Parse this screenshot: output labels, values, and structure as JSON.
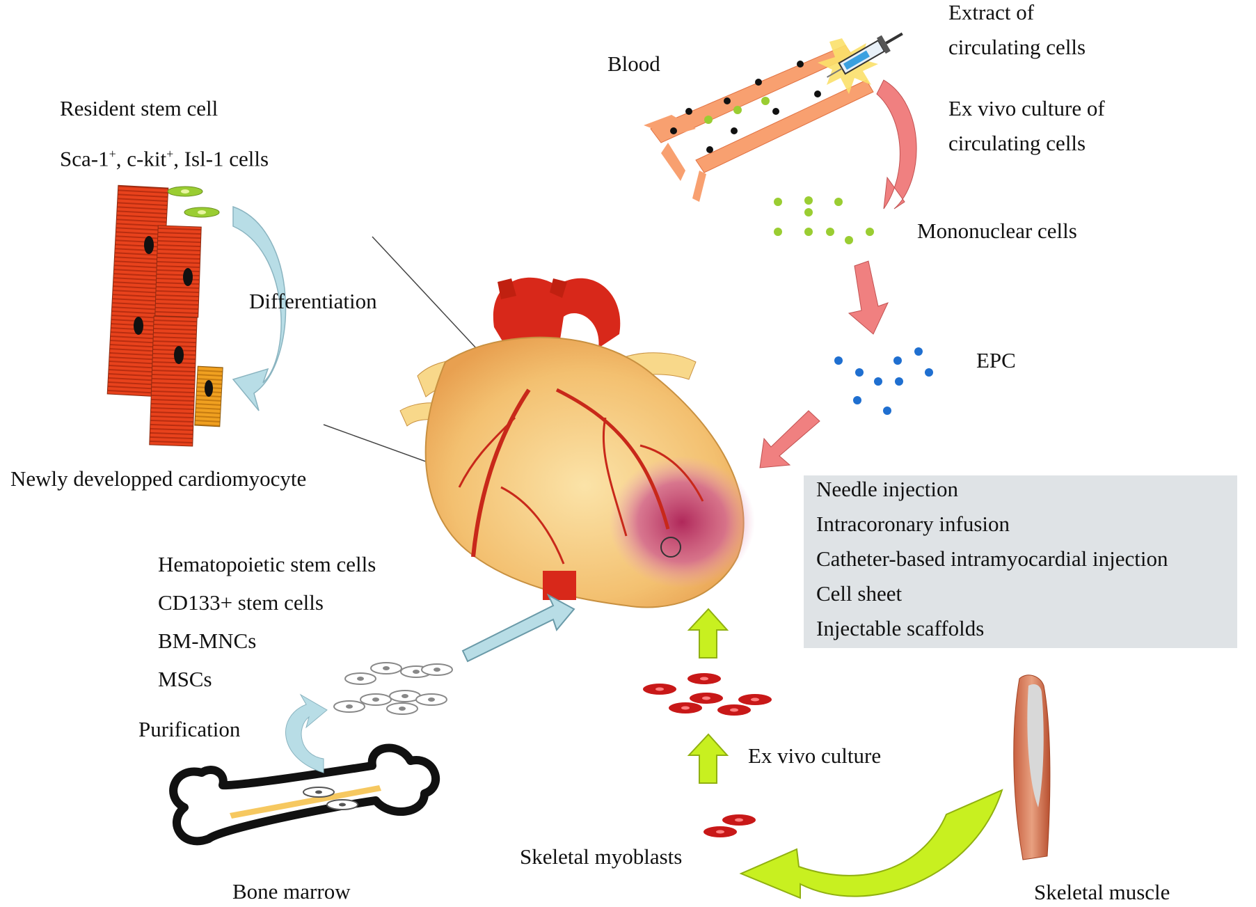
{
  "labels": {
    "blood": "Blood",
    "extract_line1": "Extract of",
    "extract_line2": "circulating cells",
    "exvivo_circ_line1": "Ex vivo culture of",
    "exvivo_circ_line2": "circulating cells",
    "mononuclear": "Mononuclear cells",
    "epc": "EPC",
    "resident_title": "Resident stem cell",
    "sca_prefix": "Sca-1",
    "sca_plus": "+",
    "ckit_prefix": ", c-kit",
    "ckit_plus": "+",
    "isl_suffix": ", Isl-1 cells",
    "differentiation": "Differentiation",
    "newly": "Newly developped cardiomyocyte",
    "hematopoietic": "Hematopoietic stem cells",
    "cd133": "CD133+ stem cells",
    "bmmncs": "BM-MNCs",
    "mscs": "MSCs",
    "purification": "Purification",
    "bone_marrow": "Bone marrow",
    "exvivo_culture": "Ex vivo culture",
    "skeletal_myoblasts": "Skeletal myoblasts",
    "skeletal_muscle": "Skeletal muscle"
  },
  "delivery_methods": [
    "Needle injection",
    "Intracoronary infusion",
    "Catheter-based intramyocardial injection",
    "Cell sheet",
    "Injectable scaffolds"
  ],
  "colors": {
    "cardiomyocyte_red": "#e8421c",
    "new_cardiomyocyte_orange": "#f0a020",
    "stem_green": "#9acd32",
    "epc_blue": "#1f6fd0",
    "pink_arrow": "#f08080",
    "light_blue_arrow": "#b8dde6",
    "lime_arrow": "#c8f020",
    "myoblast_red": "#c81818",
    "methods_box": "#dfe3e6"
  }
}
